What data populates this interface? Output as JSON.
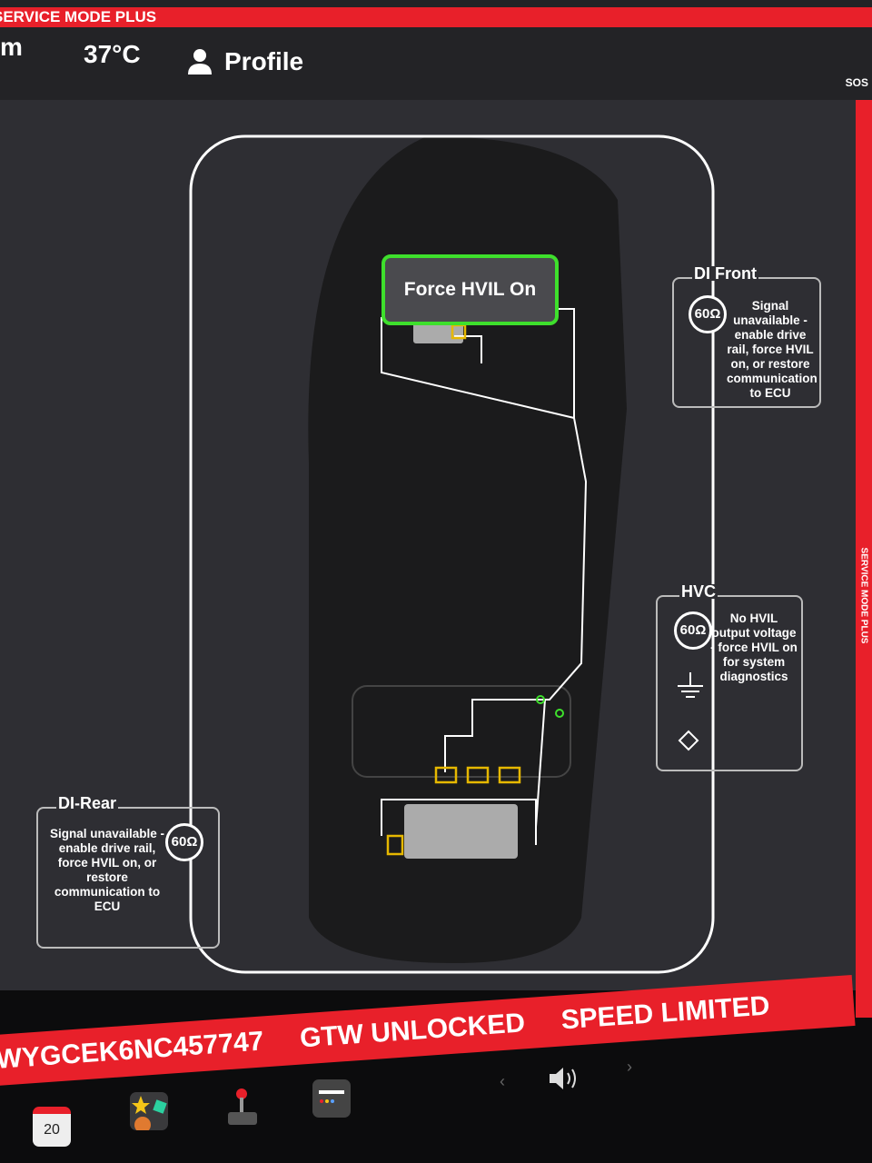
{
  "header": {
    "service_mode": "SERVICE MODE PLUS",
    "range_fragment": "m",
    "temperature": "37°C",
    "profile_label": "Profile",
    "sos_label": "SOS"
  },
  "side_label": "SERVICE MODE PLUS",
  "main": {
    "force_hvil_button": "Force HVIL On",
    "di_front": {
      "title": "DI Front",
      "resistance": "60Ω",
      "message": "Signal unavailable - enable drive rail, force HVIL on, or restore communication to ECU"
    },
    "hvc": {
      "title": "HVC",
      "resistance": "60Ω",
      "message": "No HVIL output voltage - force HVIL on for system diagnostics"
    },
    "di_rear": {
      "title": "DI-Rear",
      "resistance": "60Ω",
      "message": "Signal unavailable - enable drive rail, force HVIL on, or restore communication to ECU"
    }
  },
  "bottom_banner": {
    "vin": "WYGCEK6NC457747",
    "gtw": "GTW UNLOCKED",
    "speed": "SPEED LIMITED"
  },
  "dock": {
    "calendar_day": "20"
  },
  "colors": {
    "accent_red": "#e8202a",
    "hvil_green": "#3ee02c",
    "connector_yellow": "#e6b800"
  }
}
